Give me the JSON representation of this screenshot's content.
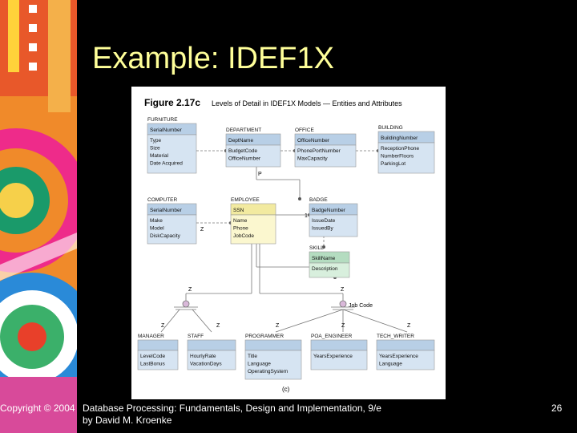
{
  "slide": {
    "title": "Example: IDEF1X",
    "copyright": "Copyright © 2004",
    "book_line1": "Database Processing: Fundamentals, Design and Implementation, 9/e",
    "book_line2": "by David M. Kroenke",
    "page_number": "26"
  },
  "figure": {
    "label": "Figure 2.17c",
    "caption": "Levels of Detail in IDEF1X Models — Entities and Attributes",
    "part": "(c)",
    "colors": {
      "key": "#b8cfe6",
      "attr": "#d6e4f2",
      "employee_key": "#f2eaa0",
      "employee_attr": "#fbf7cf",
      "skill_key": "#b4dcc0",
      "skill_attr": "#d8efdd",
      "sub_key": "#d6e4f2",
      "line": "#777777"
    },
    "entities": [
      {
        "id": "furniture",
        "name": "FURNITURE",
        "keys": [
          "SerialNumber"
        ],
        "attrs": [
          "Type",
          "Size",
          "Material",
          "Date Acquired"
        ]
      },
      {
        "id": "department",
        "name": "DEPARTMENT",
        "keys": [
          "DeptName"
        ],
        "attrs": [
          "BudgetCode",
          "OfficeNumber"
        ]
      },
      {
        "id": "office",
        "name": "OFFICE",
        "keys": [
          "OfficeNumber"
        ],
        "attrs": [
          "PhonePortNumber",
          "MaxCapacity"
        ]
      },
      {
        "id": "building",
        "name": "BUILDING",
        "keys": [
          "BuildingNumber"
        ],
        "attrs": [
          "ReceptionPhone",
          "NumberFloors",
          "ParkingLot"
        ]
      },
      {
        "id": "computer",
        "name": "COMPUTER",
        "keys": [
          "SerialNumber"
        ],
        "attrs": [
          "Make",
          "Model",
          "DiskCapacity"
        ]
      },
      {
        "id": "employee",
        "name": "EMPLOYEE",
        "keys": [
          "SSN"
        ],
        "attrs": [
          "Name",
          "Phone",
          "JobCode"
        ]
      },
      {
        "id": "badge",
        "name": "BADGE",
        "keys": [
          "BadgeNumber"
        ],
        "attrs": [
          "IssueDate",
          "IssuedBy"
        ]
      },
      {
        "id": "skill",
        "name": "SKILL",
        "keys": [
          "SkillName"
        ],
        "attrs": [
          "Description"
        ]
      },
      {
        "id": "manager",
        "name": "MANAGER",
        "keys": [],
        "attrs": [
          "LevelCode",
          "LastBonus"
        ]
      },
      {
        "id": "staff",
        "name": "STAFF",
        "keys": [],
        "attrs": [
          "HourlyRate",
          "VacationDays"
        ]
      },
      {
        "id": "programmer",
        "name": "PROGRAMMER",
        "keys": [],
        "attrs": [
          "Title",
          "Language",
          "OperatingSystem"
        ]
      },
      {
        "id": "poa_engineer",
        "name": "POA_ENGINEER",
        "keys": [],
        "attrs": [
          "YearsExperience"
        ]
      },
      {
        "id": "tech_writer",
        "name": "TECH_WRITER",
        "keys": [],
        "attrs": [
          "YearsExperience",
          "Language"
        ]
      }
    ],
    "cardinality_labels": {
      "dept_p": "P",
      "computer_z": "Z",
      "badge_one": "1",
      "cat1_z": "Z",
      "cat2_z": "Z",
      "discriminator": "Job Code",
      "manager_z": "Z",
      "staff_z": "Z",
      "programmer_z": "Z",
      "poa_z": "Z",
      "tech_z": "Z"
    }
  }
}
